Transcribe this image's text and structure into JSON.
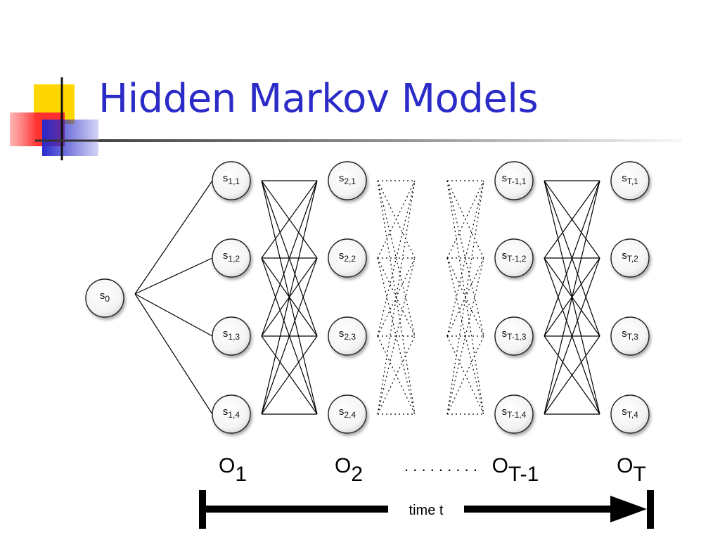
{
  "slide": {
    "title": "Hidden Markov Models"
  },
  "diagram": {
    "start_state": {
      "base": "s",
      "sub": "0"
    },
    "columns": [
      {
        "states": [
          {
            "base": "s",
            "sub": "1,1"
          },
          {
            "base": "s",
            "sub": "1,2"
          },
          {
            "base": "s",
            "sub": "1,3"
          },
          {
            "base": "s",
            "sub": "1,4"
          }
        ],
        "observation": {
          "base": "O",
          "sub": "1"
        }
      },
      {
        "states": [
          {
            "base": "s",
            "sub": "2,1"
          },
          {
            "base": "s",
            "sub": "2,2"
          },
          {
            "base": "s",
            "sub": "2,3"
          },
          {
            "base": "s",
            "sub": "2,4"
          }
        ],
        "observation": {
          "base": "O",
          "sub": "2"
        }
      },
      {
        "states": [
          {
            "base": "s",
            "sub": "T-1,1"
          },
          {
            "base": "s",
            "sub": "T-1,2"
          },
          {
            "base": "s",
            "sub": "T-1,3"
          },
          {
            "base": "s",
            "sub": "T-1,4"
          }
        ],
        "observation": {
          "base": "O",
          "sub": "T-1"
        }
      },
      {
        "states": [
          {
            "base": "s",
            "sub": "T,1"
          },
          {
            "base": "s",
            "sub": "T,2"
          },
          {
            "base": "s",
            "sub": "T,3"
          },
          {
            "base": "s",
            "sub": "T,4"
          }
        ],
        "observation": {
          "base": "O",
          "sub": "T"
        }
      }
    ],
    "observation_ellipsis": ". . . . . . . . .",
    "timeline_label": "time t"
  },
  "colors": {
    "title": "#2b2bc8",
    "deco_yellow": "#ffd700",
    "deco_red": "#ff4b4b",
    "deco_blue": "#3434cc",
    "line": "#000000"
  }
}
